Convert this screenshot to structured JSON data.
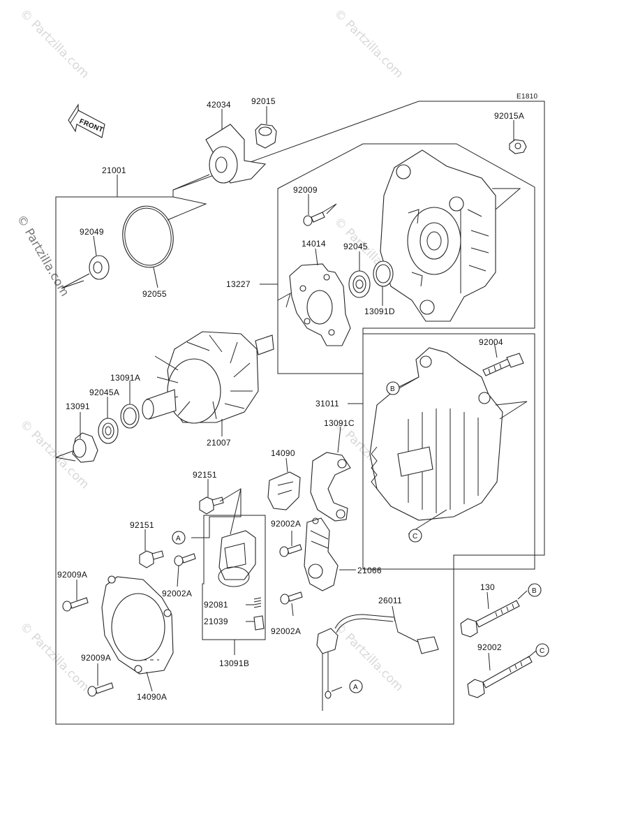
{
  "diagram_code": "E1810",
  "front_label": "FRONT",
  "watermark": "© Partzilla.com",
  "callout_letters": {
    "a": "A",
    "b": "B",
    "c": "C"
  },
  "part_numbers": {
    "p42034": "42034",
    "p92015": "92015",
    "p92015A": "92015A",
    "p21001": "21001",
    "p92049": "92049",
    "p92055": "92055",
    "p92009": "92009",
    "p14014": "14014",
    "p92045": "92045",
    "p13227": "13227",
    "p13091D": "13091D",
    "p92004": "92004",
    "p13091A": "13091A",
    "p92045A": "92045A",
    "p13091": "13091",
    "p21007": "21007",
    "p31011": "31011",
    "p13091C": "13091C",
    "p14090": "14090",
    "p92151a": "92151",
    "p92151b": "92151",
    "p92002A_1": "92002A",
    "p92002A_2": "92002A",
    "p92002A_3": "92002A",
    "p21066": "21066",
    "p92009A_1": "92009A",
    "p92009A_2": "92009A",
    "p92081": "92081",
    "p21039": "21039",
    "p13091B": "13091B",
    "p14090A": "14090A",
    "p26011": "26011",
    "p130": "130",
    "p92002": "92002"
  }
}
